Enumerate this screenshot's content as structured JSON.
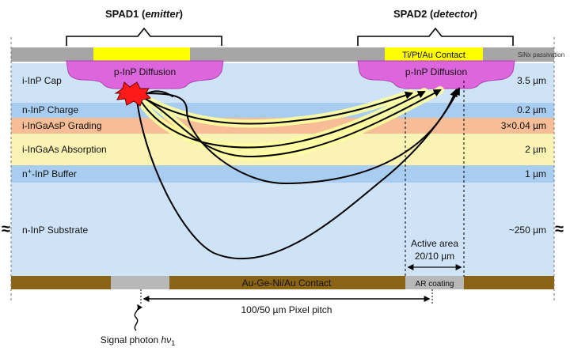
{
  "headers": {
    "spad1_name": "SPAD1 (",
    "spad1_role": "emitter",
    "spad1_close": ")",
    "spad2_name": "SPAD2 (",
    "spad2_role": "detector",
    "spad2_close": ")"
  },
  "top": {
    "contact": "Ti/Pt/Au Contact",
    "passivation": "SiNx passivation",
    "diffusion": "p-InP Diffusion"
  },
  "layers": [
    {
      "name": "i-InP Cap",
      "thickness": "3.5 µm",
      "color": "#cfe3f7"
    },
    {
      "name": "n-InP Charge",
      "thickness": "0.2 µm",
      "color": "#a9cdf0"
    },
    {
      "name": "i-InGaAsP Grading",
      "thickness": "3×0.04 µm",
      "color": "#f6bd96"
    },
    {
      "name": "i-InGaAs Absorption",
      "thickness": "2 µm",
      "color": "#fbf3b4"
    },
    {
      "name": "n+-InP Buffer",
      "thickness": "1 µm",
      "color": "#a9cdf0"
    },
    {
      "name": "n-InP Substrate",
      "thickness": "~250 µm",
      "color": "#cfe3f7"
    }
  ],
  "buffer_label": {
    "prefix": "n",
    "sup": "+",
    "suffix": "-InP Buffer"
  },
  "bottom": {
    "contact": "Au-Ge-Ni/Au Contact",
    "ar": "AR coating",
    "active_area_line1": "Active area",
    "active_area_line2": "20/10 µm",
    "pitch": "100/50 µm Pixel pitch",
    "photon_prefix": "Signal photon ",
    "photon_h": "h",
    "photon_nu": "ν",
    "photon_sub": "1"
  },
  "break_symbol": "≈",
  "colors": {
    "contact_yellow": "#ffff00",
    "diffusion": "#dd66dd",
    "passivation": "#a6a6a6",
    "metal_bottom": "#8b6314",
    "photon_glow": "#ffffa0",
    "emission": "#ff1a1a"
  }
}
